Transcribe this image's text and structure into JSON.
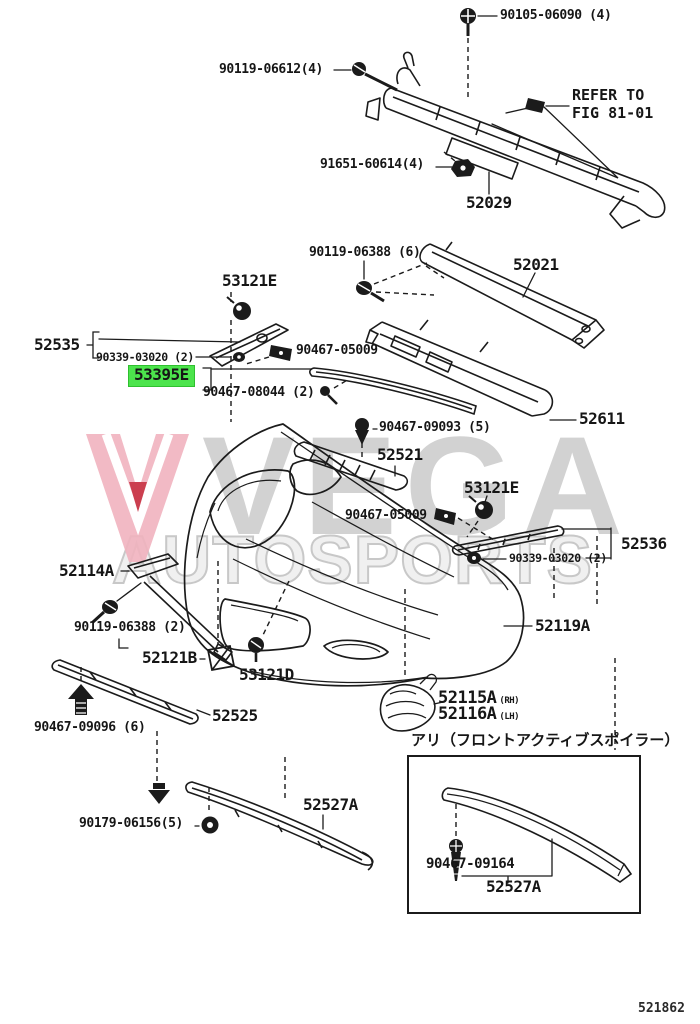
{
  "diagram": {
    "doc_number": "521862",
    "refer_note": {
      "line1": "REFER TO",
      "line2": "FIG 81-01"
    },
    "inset_title": "アリ（フロントアクティブスポイラー）",
    "highlighted_part": "53395E",
    "labels": [
      {
        "text": "90105-06090 (4)"
      },
      {
        "text": "90119-06612(4)"
      },
      {
        "text": "91651-60614(4)"
      },
      {
        "text": "52029"
      },
      {
        "text": "90119-06388 (6)"
      },
      {
        "text": "52021"
      },
      {
        "text": "53121E"
      },
      {
        "text": "52535"
      },
      {
        "text": "90339-03020 (2)"
      },
      {
        "text": "53395E"
      },
      {
        "text": "90467-05009"
      },
      {
        "text": "90467-08044 (2)"
      },
      {
        "text": "52611"
      },
      {
        "text": "90467-09093 (5)"
      },
      {
        "text": "52521"
      },
      {
        "text": "53121E"
      },
      {
        "text": "90467-05009"
      },
      {
        "text": "52536"
      },
      {
        "text": "90339-03020 (2)"
      },
      {
        "text": "52119A"
      },
      {
        "text": "52114A"
      },
      {
        "text": "90119-06388 (2)"
      },
      {
        "text": "52121B"
      },
      {
        "text": "53121D"
      },
      {
        "text": "52525"
      },
      {
        "text": "90467-09096 (6)"
      },
      {
        "text": "90179-06156(5)"
      },
      {
        "text": "52527A"
      },
      {
        "text": "52115A",
        "suffix": "(RH)"
      },
      {
        "text": "52116A",
        "suffix": "(LH)"
      },
      {
        "text": "90467-09164"
      },
      {
        "text": "52527A"
      }
    ]
  },
  "watermark": {
    "brand": "VEGA",
    "sub": "AUTOSPORTS"
  },
  "colors": {
    "ink": "#1b1b1b",
    "highlight_green": "#4ce44c",
    "watermark_gray": "#c8c8c8",
    "logo_pink": "#f1b3bf",
    "logo_red": "#c62b3d"
  }
}
